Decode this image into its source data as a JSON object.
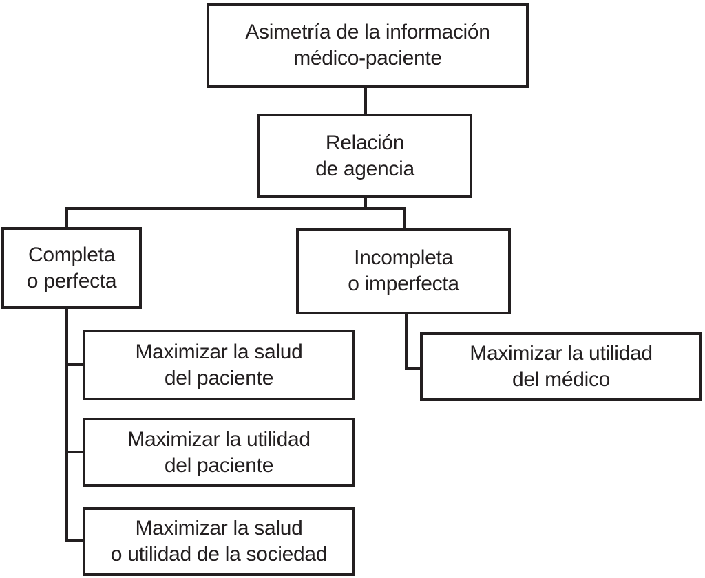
{
  "diagram": {
    "type": "flowchart",
    "language": "es",
    "title": "Asimetría de la información médico-paciente",
    "colors": {
      "line": "#231f20",
      "text": "#231f20",
      "box_fill": "#ffffff",
      "background": "#ffffff"
    },
    "nodes": {
      "root": {
        "line1": "Asimetría de la información",
        "line2": "médico-paciente"
      },
      "agency": {
        "line1": "Relación",
        "line2": "de agencia"
      },
      "complete": {
        "line1": "Completa",
        "line2": "o perfecta"
      },
      "incomplete": {
        "line1": "Incompleta",
        "line2": "o imperfecta"
      },
      "patient_health": {
        "line1": "Maximizar la salud",
        "line2": "del paciente"
      },
      "patient_utility": {
        "line1": "Maximizar la utilidad",
        "line2": "del paciente"
      },
      "society_health": {
        "line1": "Maximizar la salud",
        "line2": "o utilidad de la sociedad"
      },
      "doctor_utility": {
        "line1": "Maximizar la utilidad",
        "line2": "del médico"
      }
    },
    "edges": [
      {
        "from": "root",
        "to": "agency"
      },
      {
        "from": "agency",
        "to": "complete"
      },
      {
        "from": "agency",
        "to": "incomplete"
      },
      {
        "from": "complete",
        "to": "patient_health"
      },
      {
        "from": "complete",
        "to": "patient_utility"
      },
      {
        "from": "complete",
        "to": "society_health"
      },
      {
        "from": "incomplete",
        "to": "doctor_utility"
      }
    ]
  }
}
